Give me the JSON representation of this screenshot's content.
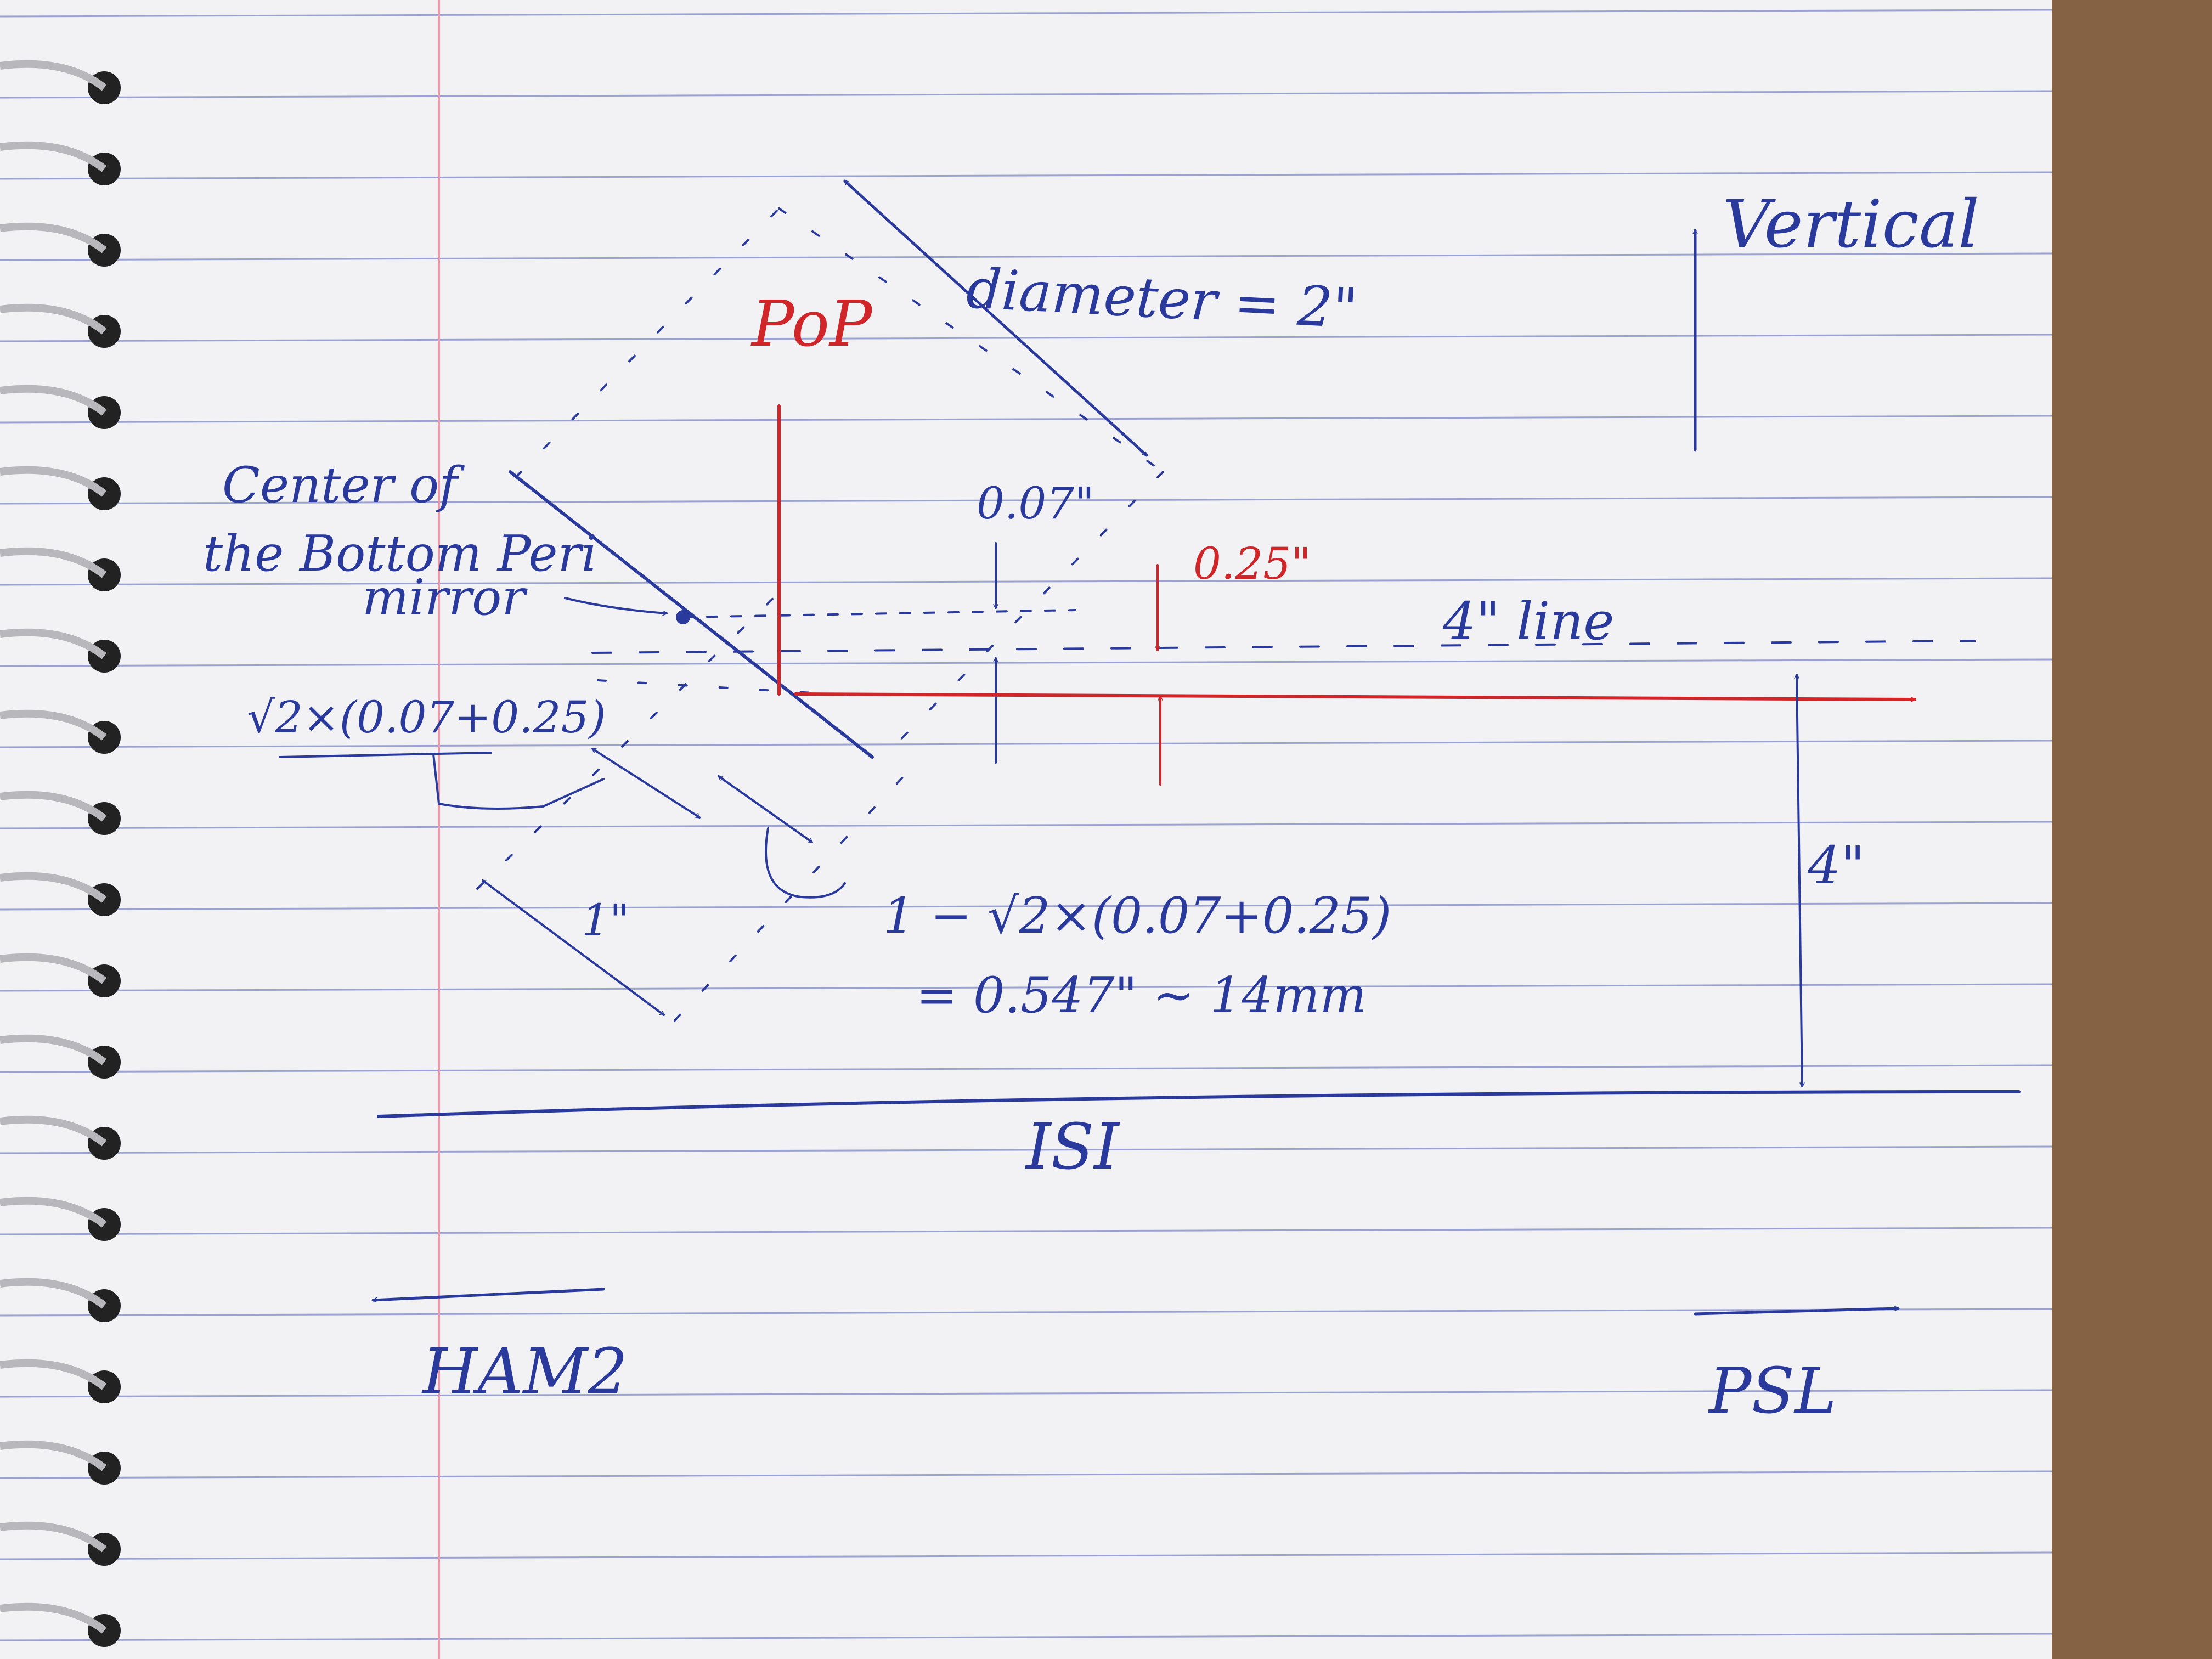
{
  "colors": {
    "paper": "#f2f2f4",
    "rule_line": "#9aa3cf",
    "margin_line": "#e89aa8",
    "blue_ink": "#2a3a9c",
    "red_ink": "#d0262a",
    "desk": "#7a5a3c",
    "spiral": "#b8b8bc"
  },
  "labels": {
    "vertical": "Vertical",
    "diameter": "diameter = 2\"",
    "pop": "PoP",
    "center_of": "Center of",
    "bottom_peri": "the Bottom Peri",
    "mirror": "mirror",
    "offset_007": "0.07\"",
    "offset_025": "0.25\"",
    "line_4in": "4\" line",
    "sqrt_formula": "√2×(0.07+0.25)",
    "one_inch": "1\"",
    "formula_line1": "1 − √2×(0.07+0.25)",
    "formula_line2": "= 0.547\" ~ 14mm",
    "four_inch": "4\"",
    "isi": "ISI",
    "ham2": "HAM2",
    "psl": "PSL"
  }
}
